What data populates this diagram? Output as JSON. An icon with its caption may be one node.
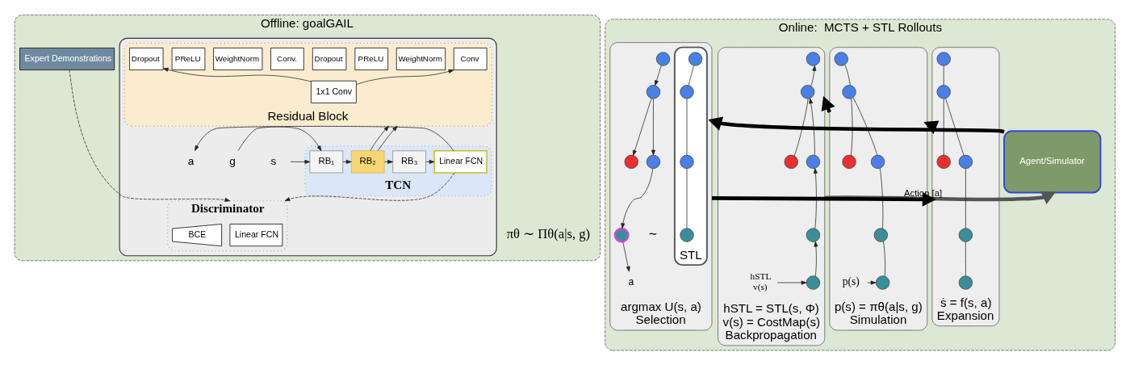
{
  "diagram": {
    "nodes": [
      {
        "text": [
          "Offline: goalGAIL"
        ]
      },
      {
        "text": [
          "Expert Demonstrations"
        ],
        "in": 0
      },
      {
        "text": [],
        "shape": "box",
        "in": 0
      },
      {
        "text": [
          "Residual Block"
        ],
        "in": 2
      },
      {
        "text": [
          "Conv"
        ],
        "in": 3
      },
      {
        "text": [
          "WeightNorm"
        ],
        "in": 3
      },
      {
        "text": [
          "PReLU"
        ],
        "in": 3
      },
      {
        "text": [
          "Dropout"
        ],
        "in": 3
      },
      {
        "text": [
          "Conv."
        ],
        "in": 3
      },
      {
        "text": [
          "WeightNorm"
        ],
        "in": 3
      },
      {
        "text": [
          "PReLU"
        ],
        "in": 3
      },
      {
        "text": [
          "Dropout"
        ],
        "in": 3
      },
      {
        "text": [
          "1x1 Conv"
        ],
        "in": 3
      },
      {
        "text": [
          "Discriminator"
        ],
        "in": 2
      },
      {
        "text": [
          "Linear FCN"
        ],
        "in": 13
      },
      {
        "text": [
          "BCE"
        ],
        "in": 13
      },
      {
        "text": [
          "TCN"
        ],
        "in": 2
      },
      {
        "text": [
          "RB₁"
        ],
        "in": 16
      },
      {
        "text": [
          "RB₂"
        ],
        "in": 16
      },
      {
        "text": [
          "RB₃"
        ],
        "in": 16
      },
      {
        "text": [
          "Linear FCN"
        ],
        "in": 16
      },
      {
        "text": [
          "s"
        ],
        "in": 2
      },
      {
        "text": [
          "g"
        ],
        "in": 2
      },
      {
        "text": [
          "a"
        ],
        "in": 2
      },
      {
        "text": [
          "Online:  MCTS + STL Rollouts"
        ]
      },
      {
        "text": [
          "hSTL = STL(s, Φ)",
          "v(s) = CostMap(s)",
          "Backpropagation"
        ],
        "in": 24
      },
      {
        "text": [],
        "shape": "circle",
        "in": 25
      },
      {
        "text": [],
        "shape": "circle",
        "in": 25
      },
      {
        "text": [],
        "shape": "circle",
        "in": 25
      },
      {
        "text": [],
        "shape": "circle",
        "in": 25
      },
      {
        "text": [],
        "shape": "circle",
        "in": 25
      },
      {
        "text": [],
        "shape": "circle",
        "in": 25
      },
      {
        "text": [
          "hSTL",
          "v(s)"
        ],
        "in": 25
      },
      {
        "text": [
          "p(s) = πθ(a|s, g)",
          "Simulation"
        ],
        "in": 24
      },
      {
        "text": [],
        "shape": "circle",
        "in": 33
      },
      {
        "text": [],
        "shape": "circle",
        "in": 33
      },
      {
        "text": [],
        "shape": "circle",
        "in": 33
      },
      {
        "text": [],
        "shape": "circle",
        "in": 33
      },
      {
        "text": [],
        "shape": "circle",
        "in": 33
      },
      {
        "text": [],
        "shape": "circle",
        "in": 33
      },
      {
        "text": [
          "p(s)"
        ],
        "in": 33
      },
      {
        "text": [
          "ṡ = f(s, a)",
          "Expansion"
        ],
        "in": 24
      },
      {
        "text": [],
        "shape": "circle",
        "in": 41
      },
      {
        "text": [],
        "shape": "circle",
        "in": 41
      },
      {
        "text": [],
        "shape": "circle",
        "in": 41
      },
      {
        "text": [],
        "shape": "circle",
        "in": 41
      },
      {
        "text": [],
        "shape": "circle",
        "in": 41
      },
      {
        "text": [],
        "shape": "circle",
        "in": 41
      },
      {
        "text": [
          "argmax U(s, a)",
          "Selection"
        ],
        "in": 24
      },
      {
        "text": [],
        "shape": "circle",
        "in": 48
      },
      {
        "text": [],
        "shape": "circle",
        "in": 48
      },
      {
        "text": [],
        "shape": "circle",
        "in": 48
      },
      {
        "text": [],
        "shape": "circle",
        "in": 48
      },
      {
        "text": [],
        "shape": "circle",
        "in": 48
      },
      {
        "text": [
          "a"
        ],
        "in": 48
      },
      {
        "text": [
          "STL"
        ],
        "in": 48
      },
      {
        "text": [],
        "shape": "circle",
        "in": 55
      },
      {
        "text": [],
        "shape": "circle",
        "in": 55
      },
      {
        "text": [],
        "shape": "circle",
        "in": 55
      },
      {
        "text": [],
        "shape": "circle",
        "in": 55
      },
      {
        "text": [
          "Agent/Simulator"
        ],
        "in": 24
      }
    ],
    "edges": [
      {
        "from": 21,
        "to": 17,
        "arrow": "to"
      },
      {
        "from": 22,
        "to": 17,
        "arrow": "to"
      },
      {
        "from": 17,
        "to": 18,
        "arrow": "to"
      },
      {
        "from": 18,
        "to": 19,
        "arrow": "to"
      },
      {
        "from": 19,
        "to": 20,
        "arrow": "to"
      },
      {
        "from": 20,
        "to": 23,
        "arrow": "to"
      },
      {
        "from": 18,
        "to": 3,
        "arrow": "to"
      },
      {
        "from": 18,
        "to": 3,
        "arrow": "to"
      },
      {
        "from": 12,
        "to": 4,
        "arrow": "to"
      },
      {
        "from": 12,
        "to": 11,
        "arrow": "to"
      },
      {
        "from": 1,
        "to": 13,
        "arrow": "to",
        "style": "dashed"
      },
      {
        "from": 20,
        "to": 13,
        "arrow": "to",
        "style": "dashed"
      },
      {
        "from": 31,
        "to": 30,
        "arrow": "to"
      },
      {
        "from": 30,
        "to": 29,
        "arrow": "to"
      },
      {
        "from": 29,
        "to": 27,
        "arrow": "to"
      },
      {
        "from": 27,
        "to": 26,
        "arrow": "to"
      },
      {
        "from": 28,
        "to": 27,
        "arrow": "none"
      },
      {
        "from": 32,
        "to": 31,
        "arrow": "to"
      },
      {
        "from": 34,
        "to": 35,
        "arrow": "none"
      },
      {
        "from": 35,
        "to": 36,
        "arrow": "none"
      },
      {
        "from": 35,
        "to": 37,
        "arrow": "none"
      },
      {
        "from": 37,
        "to": 38,
        "arrow": "none"
      },
      {
        "from": 38,
        "to": 39,
        "arrow": "none"
      },
      {
        "from": 40,
        "to": 39,
        "arrow": "to"
      },
      {
        "from": 42,
        "to": 43,
        "arrow": "none"
      },
      {
        "from": 43,
        "to": 44,
        "arrow": "none"
      },
      {
        "from": 43,
        "to": 45,
        "arrow": "none"
      },
      {
        "from": 45,
        "to": 46,
        "arrow": "none"
      },
      {
        "from": 46,
        "to": 47,
        "arrow": "none"
      },
      {
        "from": 49,
        "to": 50,
        "arrow": "to"
      },
      {
        "from": 50,
        "to": 51,
        "arrow": "to"
      },
      {
        "from": 50,
        "to": 52,
        "arrow": "to"
      },
      {
        "from": 52,
        "to": 53,
        "arrow": "to"
      },
      {
        "from": 53,
        "to": 54,
        "arrow": "to"
      },
      {
        "from": 56,
        "to": 57,
        "arrow": "none"
      },
      {
        "from": 57,
        "to": 58,
        "arrow": "none"
      },
      {
        "from": 58,
        "to": 59,
        "arrow": "none"
      },
      {
        "from": 60,
        "to": 48,
        "arrow": "to",
        "style": "thick"
      },
      {
        "from": 48,
        "to": 41,
        "arrow": "to",
        "style": "thick"
      },
      {
        "from": 41,
        "to": 33,
        "arrow": "to",
        "style": "thick"
      },
      {
        "from": 33,
        "to": 25,
        "arrow": "to",
        "style": "thick"
      },
      {
        "from": 25,
        "to": 60,
        "arrow": "to",
        "label": "Action [a]",
        "style": "thick",
        "color": "#555555"
      }
    ],
    "labels": [
      "πθ ∼ Πθ(a|s, g)",
      "∼"
    ]
  }
}
